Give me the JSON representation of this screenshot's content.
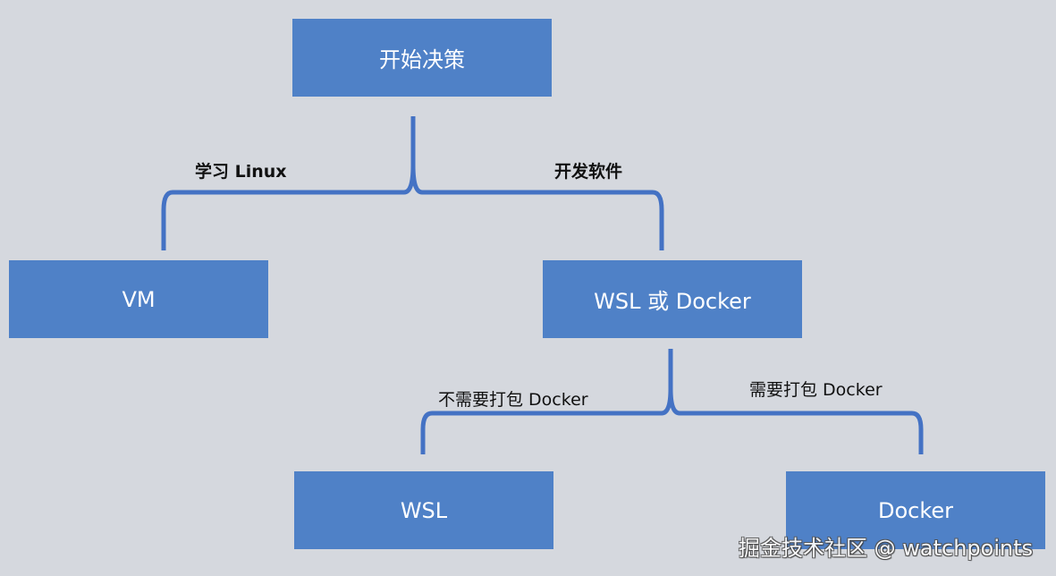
{
  "colors": {
    "background": "#d5d8de",
    "node_fill": "#4f81c7",
    "node_text": "#ffffff",
    "connector": "#4472c4",
    "label_text": "#111111"
  },
  "nodes": {
    "start": "开始决策",
    "vm": "VM",
    "wsl_or_docker": "WSL 或 Docker",
    "wsl": "WSL",
    "docker": "Docker"
  },
  "edges": {
    "learn_linux": "学习 Linux",
    "dev_software": "开发软件",
    "no_pack_docker": "不需要打包 Docker",
    "pack_docker": "需要打包 Docker"
  },
  "watermark": "掘金技术社区 @ watchpoints"
}
